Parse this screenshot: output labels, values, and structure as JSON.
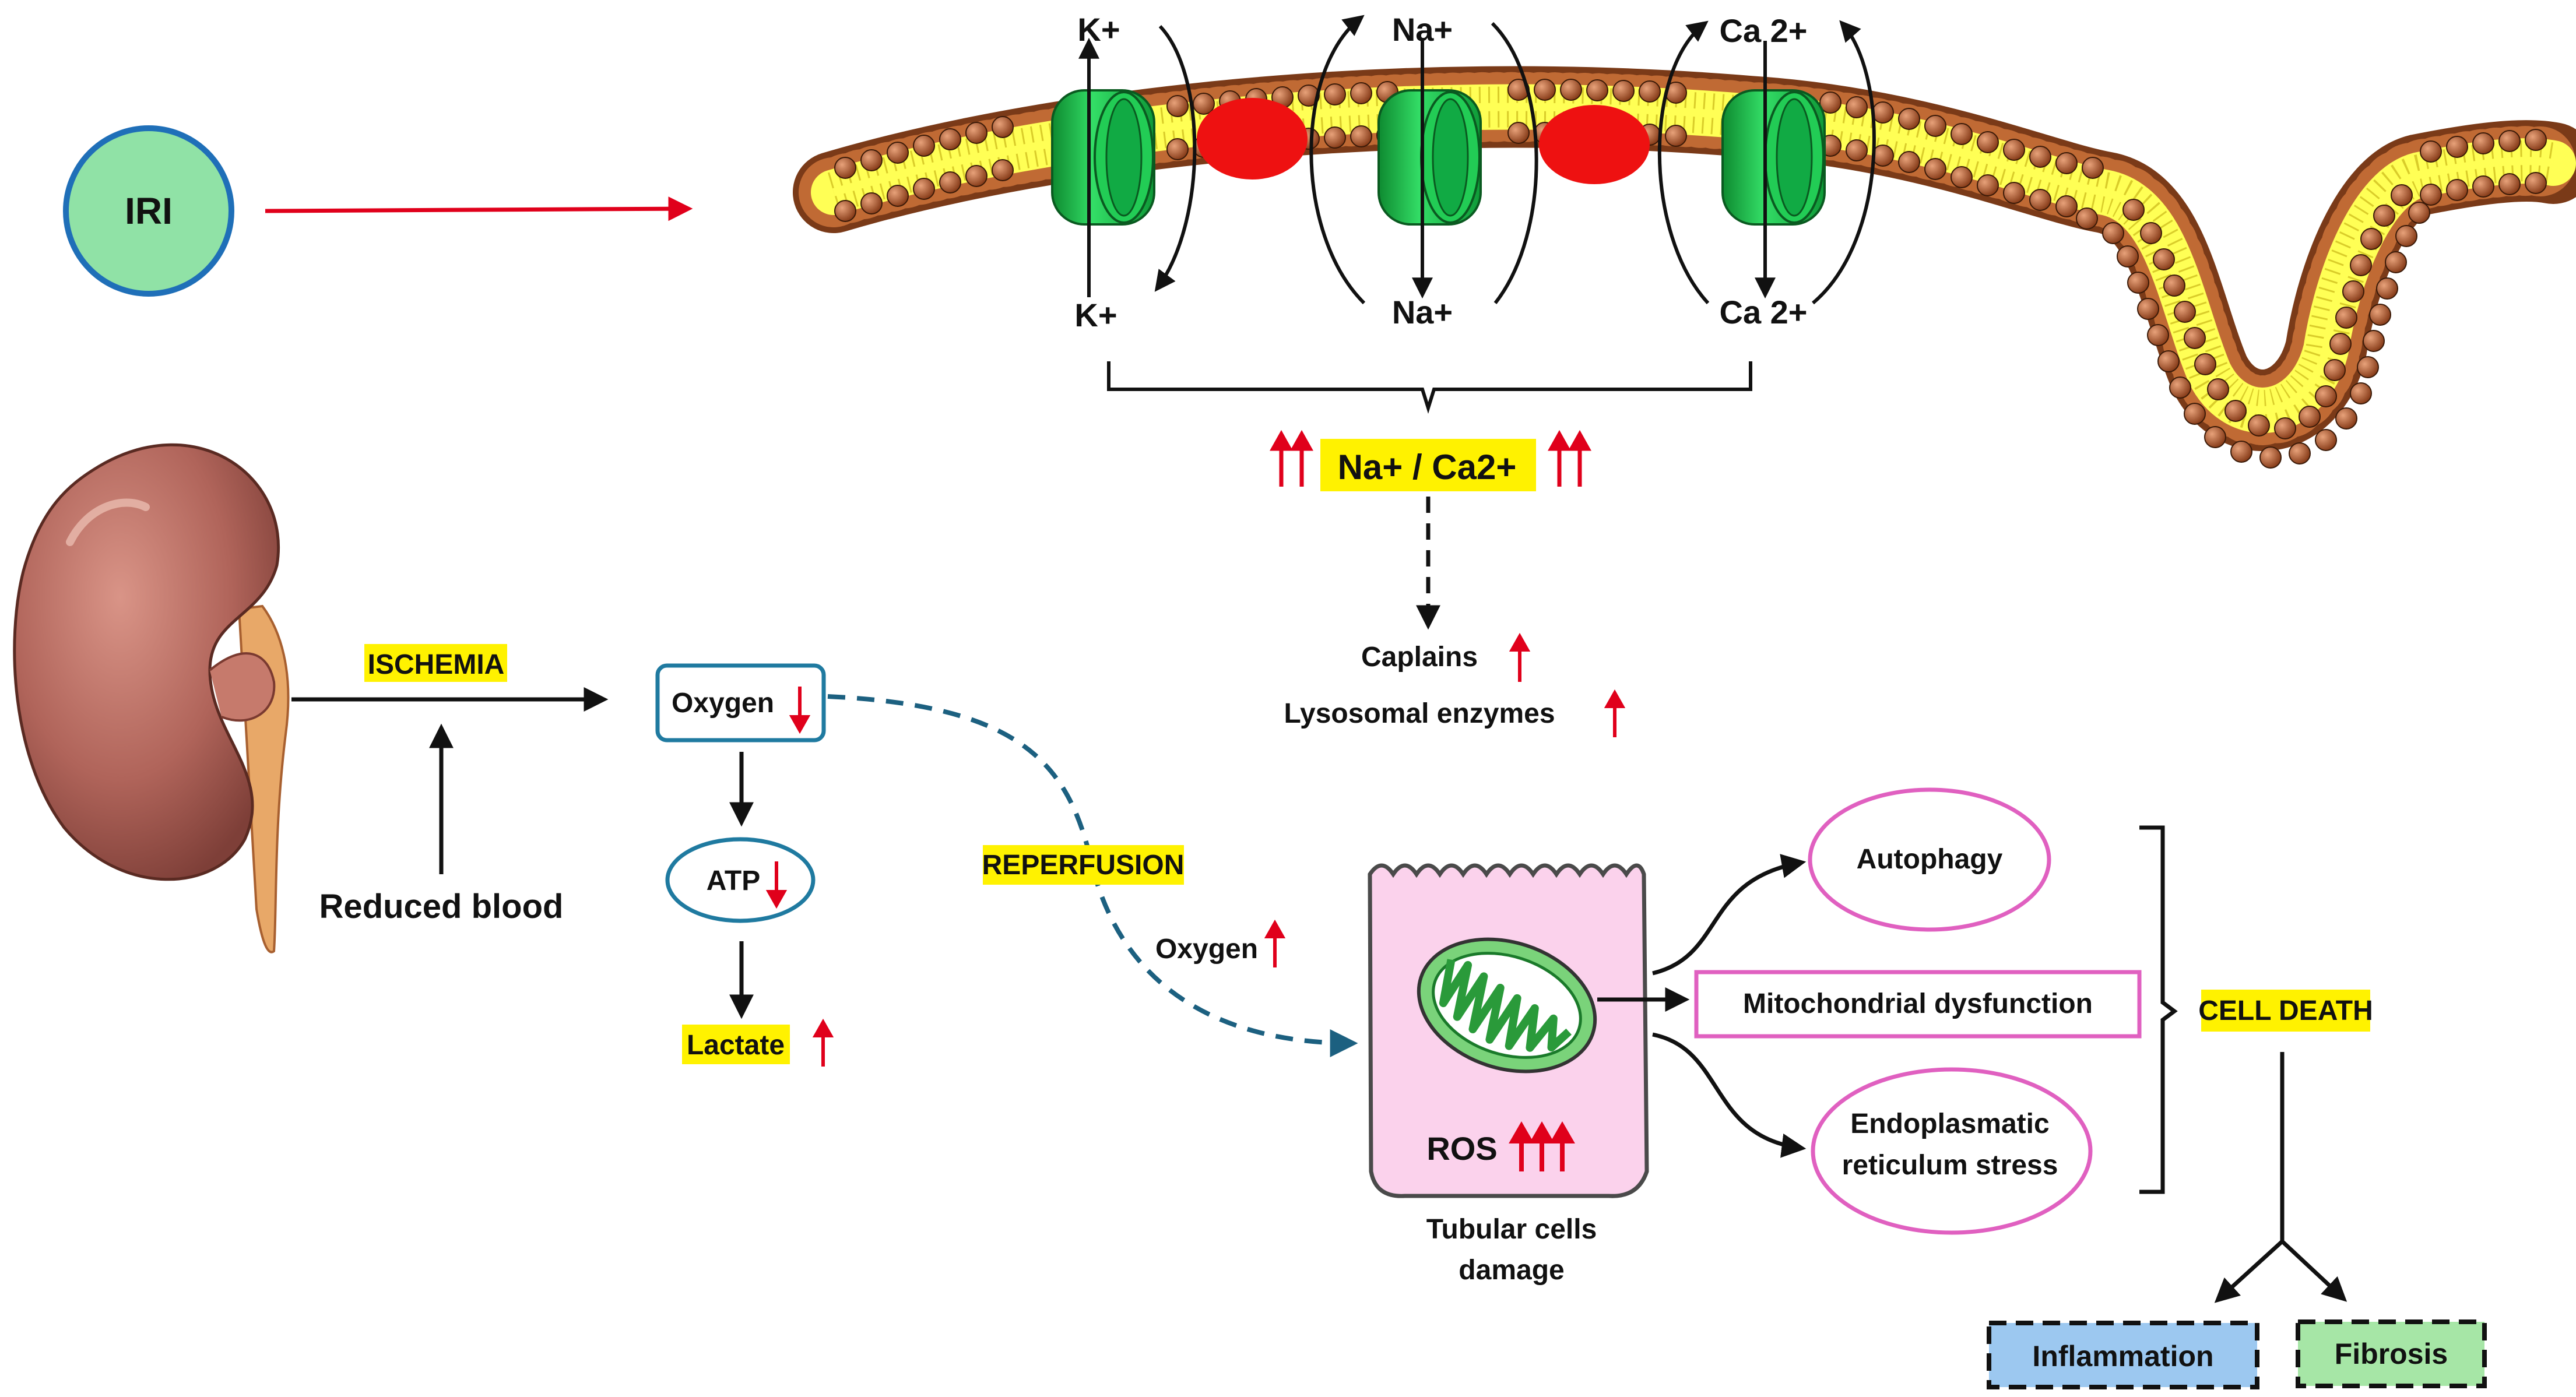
{
  "iri": "IRI",
  "ions": {
    "k_top": "K+",
    "na_top": "Na+",
    "ca_top": "Ca 2+",
    "k_bottom": "K+",
    "na_bottom": "Na+",
    "ca_bottom": "Ca 2+"
  },
  "na_ca": "Na+ / Ca2+",
  "caplains": "Caplains",
  "lysosomal": "Lysosomal enzymes",
  "ischemia": "ISCHEMIA",
  "reduced_blood": "Reduced blood",
  "oxygen_low": "Oxygen",
  "atp": "ATP",
  "lactate": "Lactate",
  "reperfusion": "REPERFUSION",
  "oxygen_high": "Oxygen",
  "ros": "ROS",
  "tubular_line1": "Tubular cells",
  "tubular_line2": "damage",
  "autophagy": "Autophagy",
  "mito": "Mitochondrial dysfunction",
  "er_line1": "Endoplasmatic",
  "er_line2": "reticulum stress",
  "cell_death": "CELL DEATH",
  "inflammation": "Inflammation",
  "fibrosis": "Fibrosis",
  "colors": {
    "iri_fill": "#90e2a6",
    "iri_stroke": "#1f6fb8",
    "highlight": "#fff200",
    "arrow_red": "#e0001b",
    "reperfusion_dash": "#1c6080",
    "cell_fill": "#fbd2ec",
    "pink_stroke": "#e060c0",
    "inflammation_fill": "#9cc8f0",
    "fibrosis_fill": "#a6e6a6",
    "channel_green": "#22cc55",
    "pump_red": "#ee1111",
    "head_brown": "#b2562a",
    "tail_yellow": "#ffff66"
  }
}
